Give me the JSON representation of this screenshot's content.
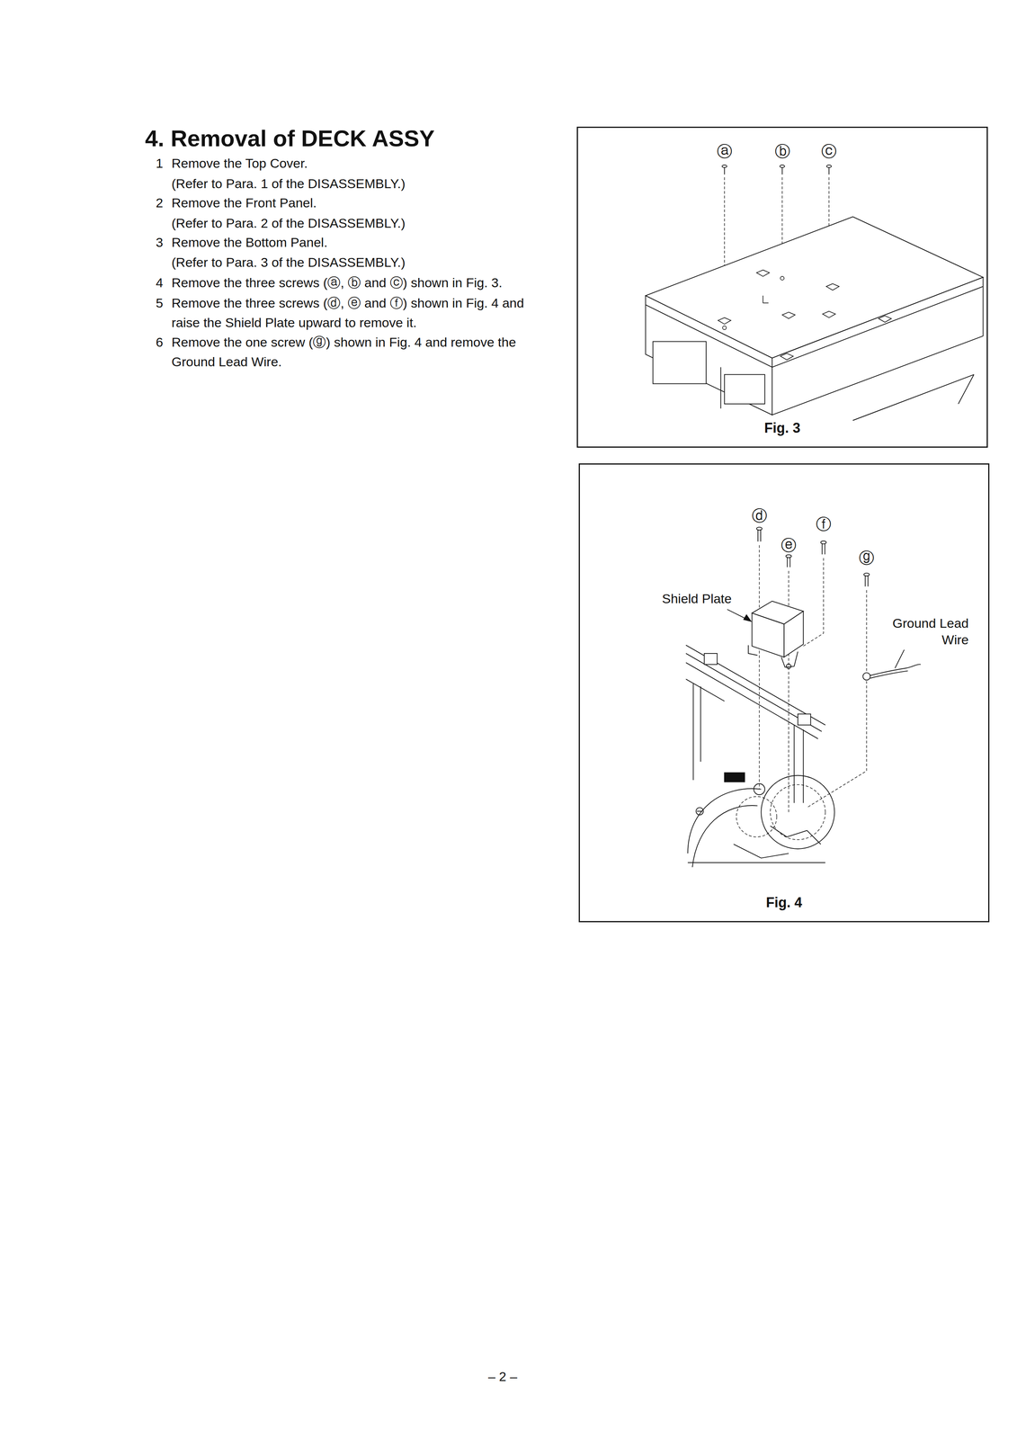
{
  "diagram": {
    "title": "4. Removal of DECK ASSY",
    "nodes": [
      {
        "text": [
          "Fig. 3"
        ]
      },
      {
        "text": [
          "Fig. 4"
        ]
      }
    ],
    "labels": [
      "1",
      "Remove the Top Cover.",
      "(Refer to Para. 1 of the DISASSEMBLY.)",
      "2",
      "Remove the Front Panel.",
      "(Refer to Para. 2 of the DISASSEMBLY.)",
      "3",
      "Remove the Bottom Panel.",
      "(Refer to Para. 3 of the DISASSEMBLY.)",
      "4",
      "Remove the three screws (ⓐ, ⓑ and ⓒ) shown in Fig. 3.",
      "5",
      "Remove the three screws (ⓓ, ⓔ and ⓕ) shown in Fig. 4 and raise the Shield Plate upward to remove it.",
      "6",
      "Remove the one screw (ⓖ) shown in Fig. 4 and remove the Ground Lead Wire.",
      "ⓐ",
      "ⓑ",
      "ⓒ",
      "ⓓ",
      "ⓔ",
      "ⓕ",
      "ⓖ",
      "Shield Plate",
      "Ground Lead Wire",
      "– 2 –"
    ]
  }
}
